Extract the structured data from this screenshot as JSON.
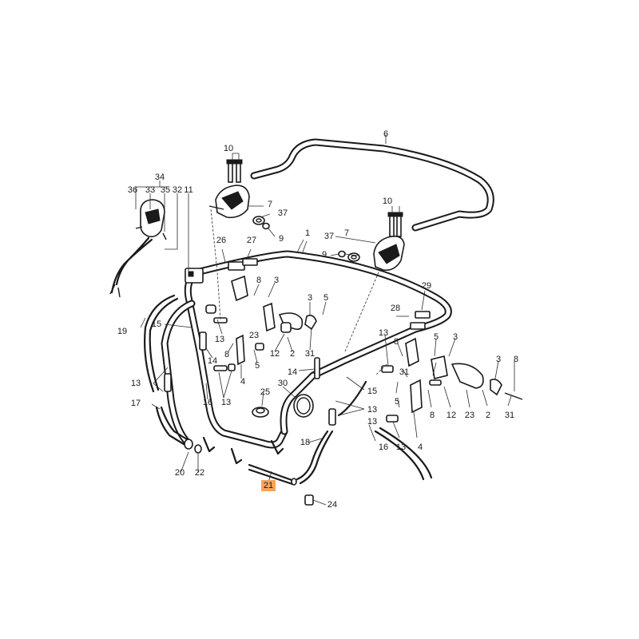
{
  "callouts": {
    "c1": "1",
    "c2a": "2",
    "c2b": "2",
    "c3a": "3",
    "c3b": "3",
    "c3c": "3",
    "c3d": "3",
    "c4a": "4",
    "c4b": "4",
    "c5a": "5",
    "c5b": "5",
    "c5c": "5",
    "c5d": "5",
    "c6": "6",
    "c7a": "7",
    "c7b": "7",
    "c8a": "8",
    "c8b": "8",
    "c8c": "8",
    "c8d": "8",
    "c9a": "9",
    "c9b": "9",
    "c10a": "10",
    "c10b": "10",
    "c11": "11",
    "c12a": "12",
    "c12b": "12",
    "c13a": "13",
    "c13b": "13",
    "c13c": "13",
    "c13d": "13",
    "c13e": "13",
    "c13f": "13",
    "c13g": "13",
    "c14a": "14",
    "c14b": "14",
    "c15a": "15",
    "c15b": "15",
    "c16a": "16",
    "c16b": "16",
    "c17": "17",
    "c18": "18",
    "c19": "19",
    "c20": "20",
    "c21": "21",
    "c22": "22",
    "c23a": "23",
    "c23b": "23",
    "c24": "24",
    "c25": "25",
    "c26": "26",
    "c27": "27",
    "c28": "28",
    "c29": "29",
    "c30": "30",
    "c31a": "31",
    "c31b": "31",
    "c31c": "31",
    "c32": "32",
    "c33": "33",
    "c34": "34",
    "c35": "35",
    "c36": "36",
    "c37a": "37",
    "c37b": "37"
  },
  "highlight_color": "#f6a45a",
  "highlighted_callout": "21"
}
